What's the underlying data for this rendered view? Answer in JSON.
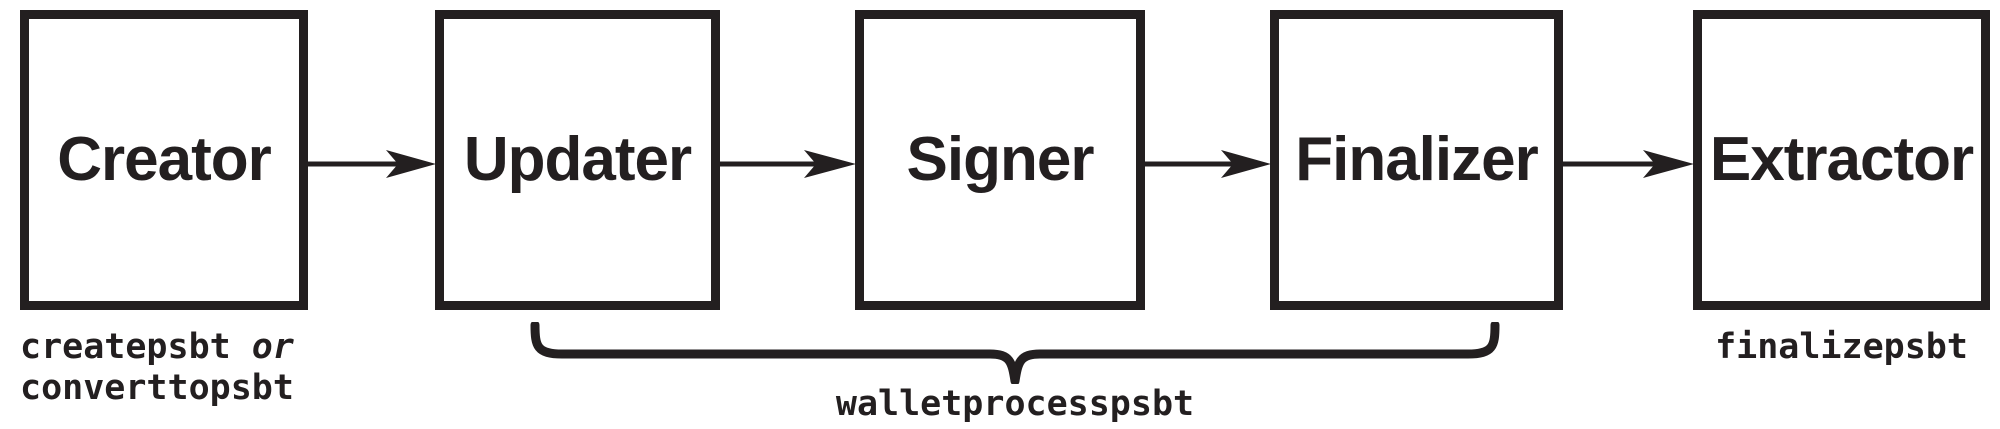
{
  "diagram": {
    "title": "PSBT workflow roles and Bitcoin Core RPC commands",
    "type": "flowchart",
    "orientation": "left-to-right",
    "colors": {
      "ink": "#231f20",
      "background": "#ffffff"
    },
    "stages": [
      {
        "id": "creator",
        "label": "Creator"
      },
      {
        "id": "updater",
        "label": "Updater"
      },
      {
        "id": "signer",
        "label": "Signer"
      },
      {
        "id": "finalizer",
        "label": "Finalizer"
      },
      {
        "id": "extractor",
        "label": "Extractor"
      }
    ],
    "connectors": [
      {
        "id": "creator-to-updater",
        "from": "creator",
        "to": "updater",
        "glyph": "arrow-right-icon"
      },
      {
        "id": "updater-to-signer",
        "from": "updater",
        "to": "signer",
        "glyph": "arrow-right-icon"
      },
      {
        "id": "signer-to-finalizer",
        "from": "signer",
        "to": "finalizer",
        "glyph": "arrow-right-icon"
      },
      {
        "id": "finalizer-to-extractor",
        "from": "finalizer",
        "to": "extractor",
        "glyph": "arrow-right-icon"
      }
    ],
    "annotations": {
      "creator_commands": {
        "first": "createpsbt",
        "conjunction": "or",
        "second": "converttopsbt"
      },
      "brace_command": "walletprocesspsbt",
      "extractor_command": "finalizepsbt"
    }
  }
}
